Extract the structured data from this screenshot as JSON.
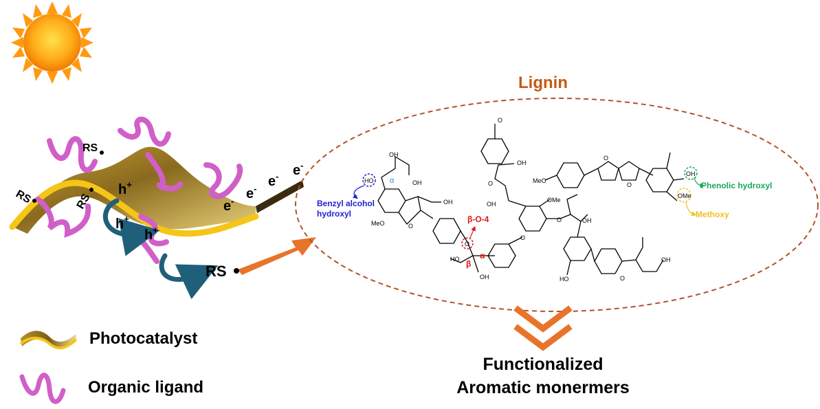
{
  "title": "Lignin",
  "labels": {
    "rs": "RS",
    "h_plus": "h",
    "e_minus": "e",
    "plus_sign": "+",
    "minus_sign": "-"
  },
  "annotations": {
    "benzyl_line1": "Benzyl alcohol",
    "benzyl_line2": "hydroxyl",
    "beta_o_4": "β-O-4",
    "phenolic_hydroxyl": "Phenolic hydroxyl",
    "methoxy": "Methoxy",
    "alpha": "α",
    "beta": "β"
  },
  "molecule_text": {
    "oh": "OH",
    "ho": "HO",
    "meo": "MeO",
    "ome": "OMe",
    "o": "O"
  },
  "legend": {
    "photocatalyst": "Photocatalyst",
    "organic_ligand": "Organic ligand"
  },
  "product": {
    "line1": "Functionalized",
    "line2": "Aromatic monermers"
  },
  "colors": {
    "title": "#c55a11",
    "ellipse": "#b0522a",
    "ligand": "#d05fc8",
    "belt_yellow": "#f5c518",
    "belt_gold": "#b08a2e",
    "arrow_blue": "#1f5f7a",
    "arrow_orange": "#e8732a",
    "benzyl": "#1f1fd6",
    "beta": "#e01515",
    "phenolic": "#18a85a",
    "methoxy": "#f0c020",
    "alpha_blue": "#2a8fd0"
  }
}
